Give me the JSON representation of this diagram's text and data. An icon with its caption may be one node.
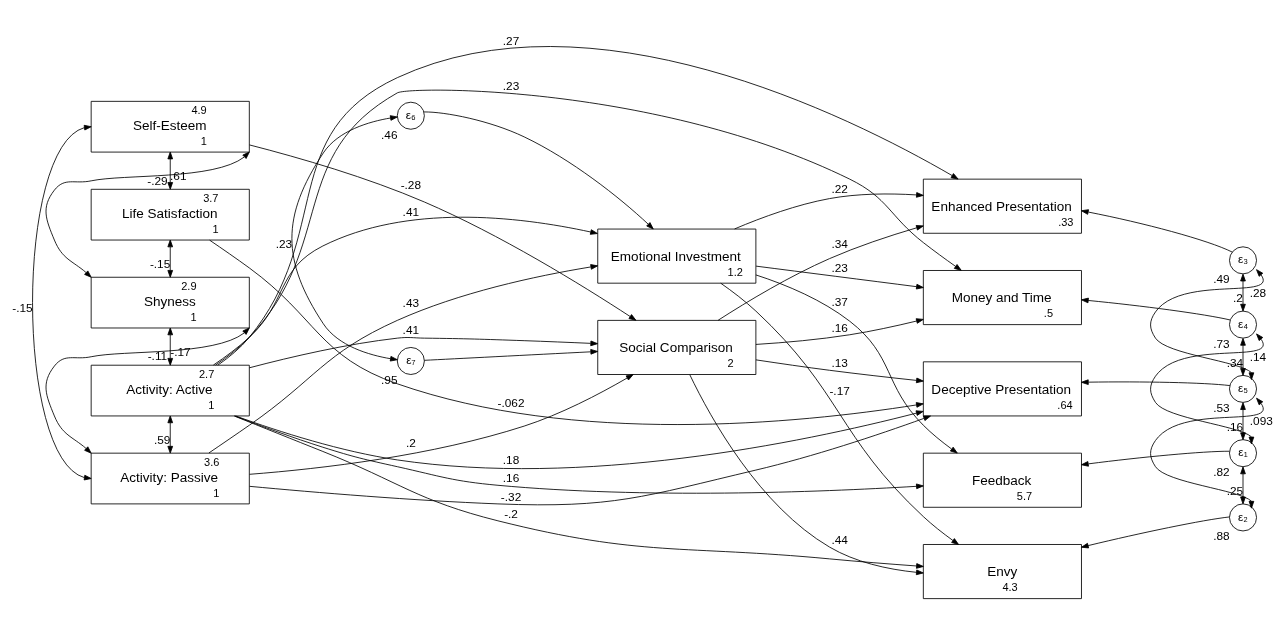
{
  "diagram": {
    "nodes": [
      {
        "text": [
          "4.9",
          "Self-Esteem",
          "1"
        ]
      },
      {
        "text": [
          "3.7",
          "Life Satisfaction",
          "1"
        ]
      },
      {
        "text": [
          "2.9",
          "Shyness",
          "1"
        ]
      },
      {
        "text": [
          "2.7",
          "Activity: Active",
          "1"
        ]
      },
      {
        "text": [
          "3.6",
          "Activity: Passive",
          "1"
        ]
      },
      {
        "text": [
          "Emotional Investment",
          "1.2"
        ]
      },
      {
        "text": [
          "Social Comparison",
          "2"
        ]
      },
      {
        "text": [
          "Enhanced Presentation",
          ".33"
        ]
      },
      {
        "text": [
          "Money and Time",
          ".5"
        ]
      },
      {
        "text": [
          "Deceptive Presentation",
          ".64"
        ]
      },
      {
        "text": [
          "Feedback",
          "5.7"
        ]
      },
      {
        "text": [
          "Envy",
          "4.3"
        ]
      },
      {
        "text": [
          "ε₆"
        ],
        "beside": [
          ".46"
        ]
      },
      {
        "text": [
          "ε₇"
        ],
        "beside": [
          ".95"
        ]
      },
      {
        "text": [
          "ε₃"
        ],
        "beside": [
          ".49"
        ]
      },
      {
        "text": [
          "ε₄"
        ],
        "beside": [
          ".73"
        ]
      },
      {
        "text": [
          "ε₅"
        ],
        "beside": [
          ".53"
        ]
      },
      {
        "text": [
          "ε₁"
        ],
        "beside": [
          ".82"
        ]
      },
      {
        "text": [
          "ε₂"
        ],
        "beside": [
          ".88"
        ]
      }
    ],
    "edges": [
      {
        "from": 0,
        "to": 1,
        "arrow": "both",
        "label": ".61"
      },
      {
        "from": 0,
        "to": 2,
        "arrow": "both",
        "label": "-.29"
      },
      {
        "from": 1,
        "to": 2,
        "arrow": "both",
        "label": "-.15"
      },
      {
        "from": 0,
        "to": 4,
        "arrow": "both",
        "label": "-.15"
      },
      {
        "from": 2,
        "to": 4,
        "arrow": "both",
        "label": "-.11"
      },
      {
        "from": 2,
        "to": 3,
        "arrow": "both",
        "label": "-.17"
      },
      {
        "from": 3,
        "to": 4,
        "arrow": "both",
        "label": ".59"
      },
      {
        "from": 0,
        "to": 6,
        "arrow": "to",
        "label": "-.28"
      },
      {
        "from": 1,
        "to": 9,
        "arrow": "to",
        "label": "-.062"
      },
      {
        "from": 3,
        "to": 5,
        "arrow": "to",
        "label": ".41"
      },
      {
        "from": 3,
        "to": 6,
        "arrow": "to",
        "label": ".41"
      },
      {
        "from": 4,
        "to": 5,
        "arrow": "to",
        "label": ".43"
      },
      {
        "from": 4,
        "to": 6,
        "arrow": "to",
        "label": ".2"
      },
      {
        "from": 3,
        "to": 7,
        "arrow": "to",
        "label": ".27"
      },
      {
        "from": 3,
        "to": 8,
        "arrow": "to",
        "label": ".23"
      },
      {
        "from": 3,
        "to": 9,
        "arrow": "to",
        "label": ".18"
      },
      {
        "from": 3,
        "to": 10,
        "arrow": "to",
        "label": ".16"
      },
      {
        "from": 3,
        "to": 11,
        "arrow": "to",
        "label": "-.2"
      },
      {
        "from": 4,
        "to": 9,
        "arrow": "to",
        "label": "-.32"
      },
      {
        "from": 5,
        "to": 7,
        "arrow": "to",
        "label": ".22"
      },
      {
        "from": 5,
        "to": 8,
        "arrow": "to",
        "label": ".23"
      },
      {
        "from": 5,
        "to": 10,
        "arrow": "to",
        "label": ".37"
      },
      {
        "from": 5,
        "to": 11,
        "arrow": "to",
        "label": "-.17"
      },
      {
        "from": 6,
        "to": 7,
        "arrow": "to",
        "label": ".34"
      },
      {
        "from": 6,
        "to": 8,
        "arrow": "to",
        "label": ".16"
      },
      {
        "from": 6,
        "to": 9,
        "arrow": "to",
        "label": ".13"
      },
      {
        "from": 6,
        "to": 11,
        "arrow": "to",
        "label": ".44"
      },
      {
        "from": 12,
        "to": 5,
        "arrow": "to"
      },
      {
        "from": 13,
        "to": 6,
        "arrow": "to"
      },
      {
        "from": 14,
        "to": 7,
        "arrow": "to"
      },
      {
        "from": 15,
        "to": 8,
        "arrow": "to"
      },
      {
        "from": 16,
        "to": 9,
        "arrow": "to"
      },
      {
        "from": 17,
        "to": 10,
        "arrow": "to"
      },
      {
        "from": 18,
        "to": 11,
        "arrow": "to"
      },
      {
        "from": 12,
        "to": 13,
        "arrow": "both",
        "label": ".23"
      },
      {
        "from": 14,
        "to": 15,
        "arrow": "both",
        "label": ".2"
      },
      {
        "from": 15,
        "to": 16,
        "arrow": "both",
        "label": ".34"
      },
      {
        "from": 14,
        "to": 16,
        "arrow": "both",
        "label": ".28"
      },
      {
        "from": 15,
        "to": 17,
        "arrow": "both",
        "label": ".14"
      },
      {
        "from": 16,
        "to": 17,
        "arrow": "both",
        "label": ".16"
      },
      {
        "from": 16,
        "to": 18,
        "arrow": "both",
        "label": ".093"
      },
      {
        "from": 17,
        "to": 18,
        "arrow": "both",
        "label": ".25"
      }
    ]
  }
}
